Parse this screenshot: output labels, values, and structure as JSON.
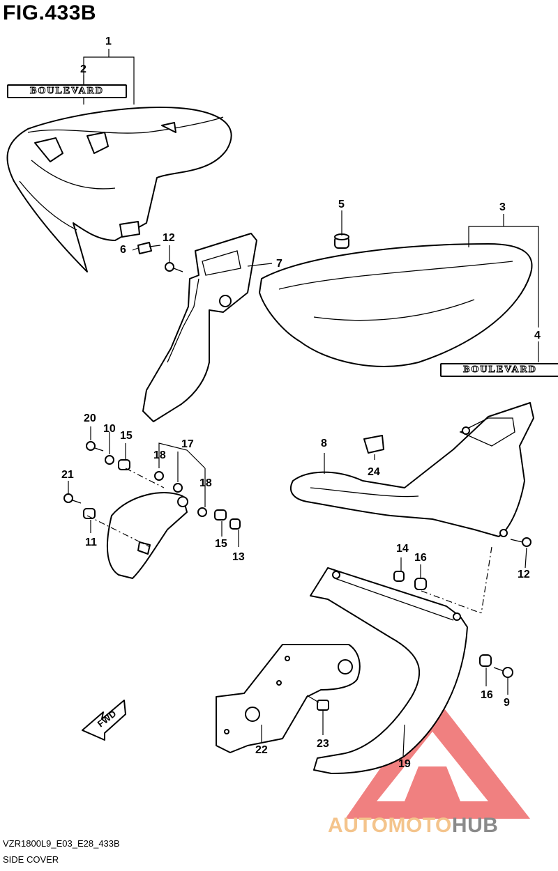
{
  "figure": {
    "title": "FIG.433B"
  },
  "brand_labels": [
    "BOULEVARD",
    "BOULEVARD"
  ],
  "callouts": {
    "c1": "1",
    "c2": "2",
    "c3": "3",
    "c4": "4",
    "c5": "5",
    "c6": "6",
    "c7": "7",
    "c8": "8",
    "c9": "9",
    "c10": "10",
    "c11": "11",
    "c12a": "12",
    "c12b": "12",
    "c13": "13",
    "c14": "14",
    "c15a": "15",
    "c15b": "15",
    "c16a": "16",
    "c16b": "16",
    "c17": "17",
    "c18a": "18",
    "c18b": "18",
    "c19": "19",
    "c20": "20",
    "c21": "21",
    "c22": "22",
    "c23": "23",
    "c24": "24"
  },
  "direction_arrow": {
    "label": "FWD"
  },
  "footer": {
    "model_code": "VZR1800L9_E03_E28_433B",
    "section_name": "SIDE COVER"
  },
  "watermark": {
    "text_part1": "AUTOMOTO",
    "text_part2": "HUB",
    "color_part1": "#f4c48c",
    "color_part2": "#8a8a8a",
    "logo_color": "#ee6b6b"
  }
}
